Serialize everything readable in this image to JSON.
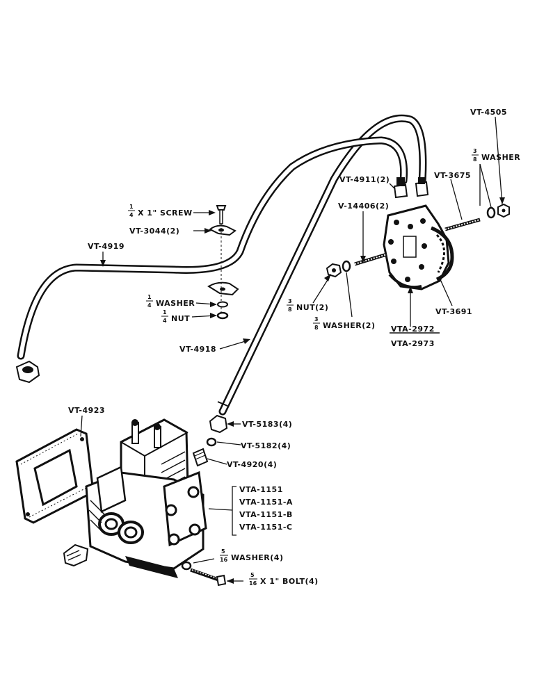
{
  "labels": {
    "vt4505": "VT-4505",
    "washer38_top_frac_num": "3",
    "washer38_top_frac_den": "8",
    "washer38_top": "WASHER",
    "vt3675": "VT-3675",
    "vt4911": "VT-4911(2)",
    "v14406": "V-14406(2)",
    "screw_frac_num": "1",
    "screw_frac_den": "4",
    "screw": "X 1\" SCREW",
    "vt3044": "VT-3044(2)",
    "vt4919": "VT-4919",
    "washer14_frac_num": "1",
    "washer14_frac_den": "4",
    "washer14": "WASHER",
    "nut14_frac_num": "1",
    "nut14_frac_den": "4",
    "nut14": "NUT",
    "nut38_frac_num": "3",
    "nut38_frac_den": "8",
    "nut38": "NUT(2)",
    "washer38_frac_num": "3",
    "washer38_frac_den": "8",
    "washer38": "WASHER(2)",
    "vt3691": "VT-3691",
    "vta2972": "VTA-2972",
    "vta2973": "VTA-2973",
    "vt4918": "VT-4918",
    "vt4923": "VT-4923",
    "vt5183": "VT-5183(4)",
    "vt5182": "VT-5182(4)",
    "vt4920": "VT-4920(4)",
    "vta1151": "VTA-1151",
    "vta1151a": "VTA-1151-A",
    "vta1151b": "VTA-1151-B",
    "vta1151c": "VTA-1151-C",
    "washer516_frac_num": "5",
    "washer516_frac_den": "16",
    "washer516": "WASHER(4)",
    "bolt516_frac_num": "5",
    "bolt516_frac_den": "16",
    "bolt516": "X 1\" BOLT(4)"
  }
}
